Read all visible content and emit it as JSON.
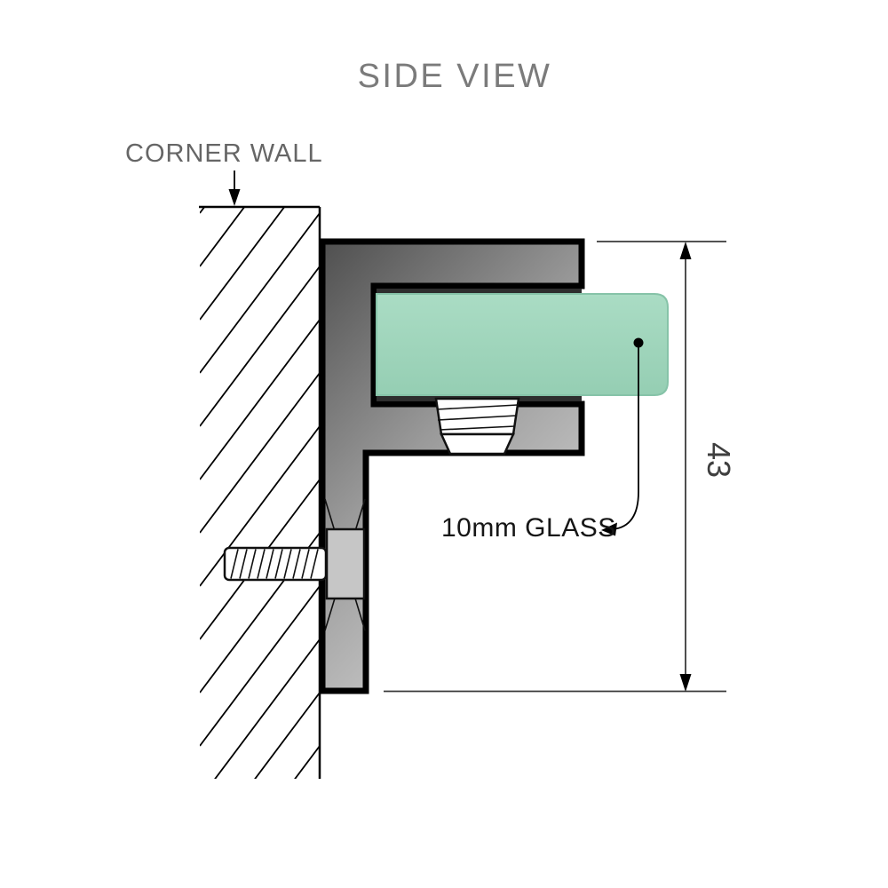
{
  "title": "SIDE VIEW",
  "labels": {
    "corner_wall": "CORNER WALL",
    "glass": "10mm GLASS",
    "dimension": "43"
  },
  "colors": {
    "glass_fill_top": "#aadcc4",
    "glass_fill_bottom": "#95ceb3",
    "glass_edge": "#86c3a8",
    "bracket_dark": "#4f4f4f",
    "bracket_light": "#d2d2d2",
    "channel_dark": "#2e2e2e",
    "screw_head_fill": "#c6c6c6",
    "outline": "#000000",
    "title_gray": "#7b7b7b",
    "label_gray": "#666666",
    "text_dark": "#161616",
    "dim_color": "#3f3f3f"
  }
}
